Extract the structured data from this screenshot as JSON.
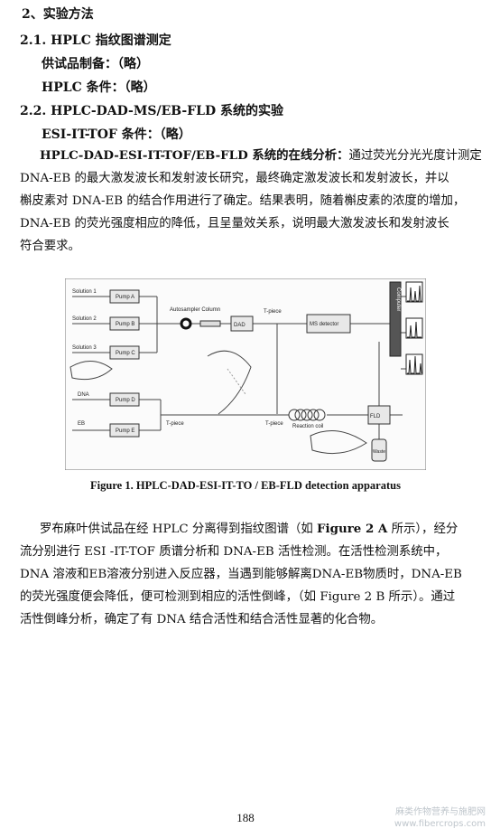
{
  "headings": {
    "h1": "2、实验方法",
    "h21": "2.1. HPLC 指纹图谱测定",
    "prep": "供试品制备：（略）",
    "hplc_cond": "HPLC 条件：（略）",
    "h22": "2.2. HPLC-DAD-MS/EB-FLD 系统的实验",
    "esi": "ESI-IT-TOF 条件：（略）"
  },
  "para1": {
    "lead": "HPLC-DAD-ESI-IT-TOF/EB-FLD 系统的在线分析：",
    "line1_rest": "通过荧光分光光度计测定",
    "line2": "DNA-EB 的最大激发波长和发射波长研究，最终确定激发波长和发射波长，并以",
    "line3": "槲皮素对 DNA-EB 的结合作用进行了确定。结果表明，随着槲皮素的浓度的增加，",
    "line4": "DNA-EB 的荧光强度相应的降低，且呈量效关系，说明最大激发波长和发射波长",
    "line5": "符合要求。"
  },
  "figure": {
    "labels": {
      "sol1": "Solution 1",
      "sol2": "Solution 2",
      "sol3": "Solution 3",
      "dna": "DNA",
      "eb": "EB",
      "pumpA": "Pump A",
      "pumpB": "Pump B",
      "pumpC": "Pump C",
      "pumpD": "Pump D",
      "pumpE": "Pump E",
      "autosampler": "Autosampler Column",
      "dad": "DAD",
      "tpiece_top": "T-piece",
      "ms": "MS detector",
      "computer": "Computer",
      "fld": "FLD",
      "tpiece_left": "T-piece",
      "tpiece_mid": "T-piece",
      "coil": "Reaction coil",
      "waste": "Waste"
    },
    "caption": "Figure 1.   HPLC-DAD-ESI-IT-TO / EB-FLD detection apparatus"
  },
  "para2": {
    "line1_a": "罗布麻叶供试品在经 HPLC 分离得到指纹图谱（如 ",
    "line1_b": "Figure 2 A",
    "line1_c": " 所示），经分",
    "line2": "流分别进行 ESI -IT-TOF 质谱分析和 DNA-EB 活性检测。在活性检测系统中，",
    "line3": "DNA 溶液和EB溶液分别进入反应器，当遇到能够解离DNA-EB物质时，DNA-EB",
    "line4": "的荧光强度便会降低，便可检测到相应的活性倒峰，（如 Figure 2 B 所示）。通过",
    "line5": "活性倒峰分析，确定了有 DNA 结合活性和结合活性显著的化合物。"
  },
  "page_number": "188",
  "watermark": {
    "line1": "麻类作物营养与施肥网",
    "line2": "www.fibercrops.com"
  }
}
